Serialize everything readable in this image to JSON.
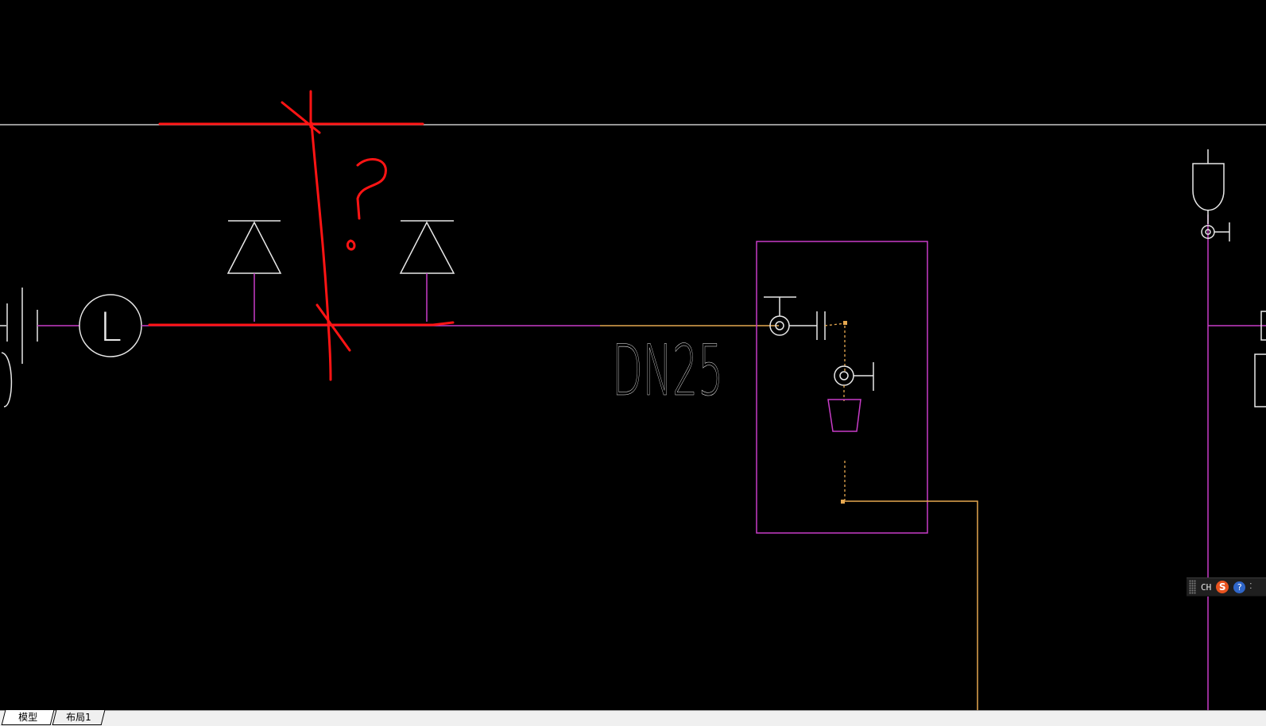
{
  "drawing": {
    "pipe_size_label": "DN25",
    "meter_symbol_letter": "L",
    "annotation_mark": "?"
  },
  "colors": {
    "background": "#000000",
    "white_line": "#c8c8c8",
    "magenta_pipe": "#c83cc8",
    "orange_pipe": "#e6a850",
    "red_markup": "#ff1414"
  },
  "ime_toolbar": {
    "mode": "CH",
    "logo": "S",
    "help": "?",
    "menu": "⁚"
  },
  "layout_tabs": [
    {
      "label": "模型",
      "active": true
    },
    {
      "label": "布局1",
      "active": false
    }
  ]
}
